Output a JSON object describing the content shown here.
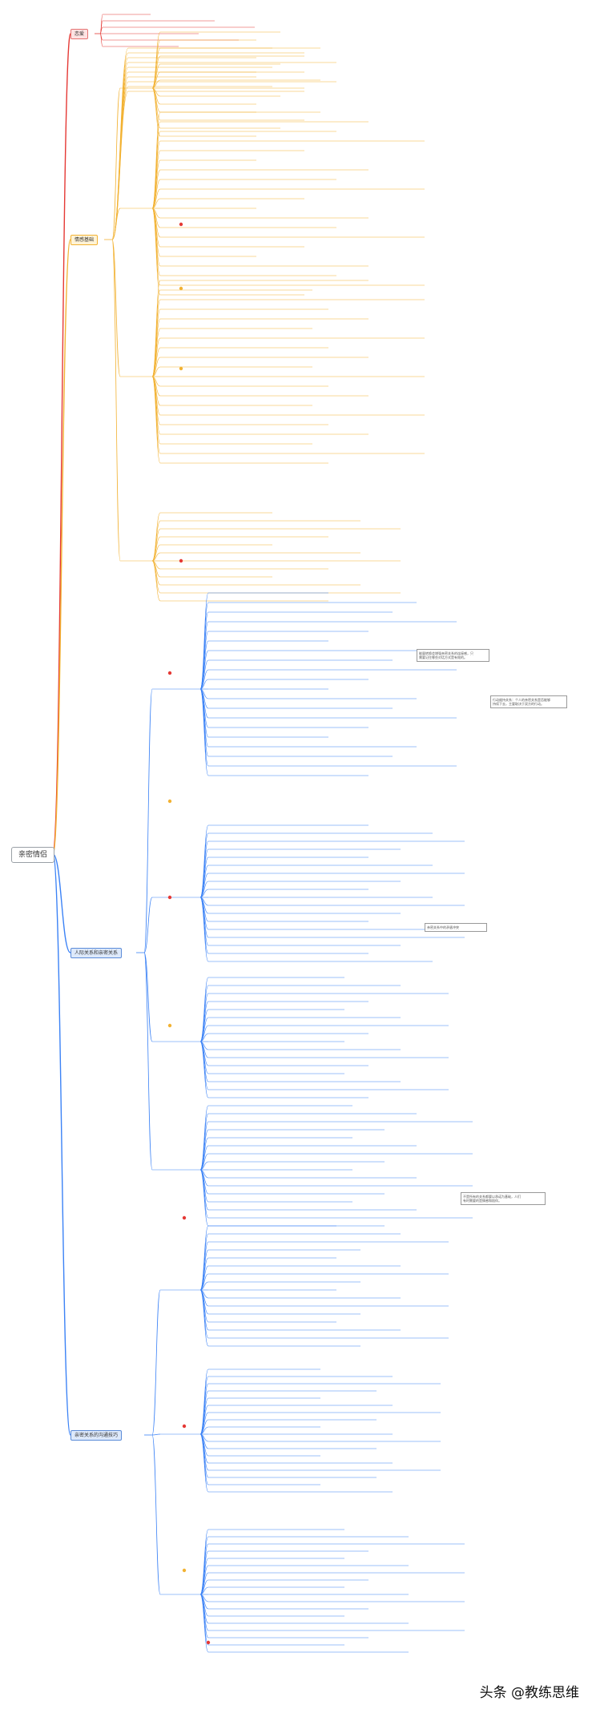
{
  "root": {
    "label": "亲密情侣"
  },
  "branches": [
    {
      "label": "恋爱",
      "color": "red"
    },
    {
      "label": "情感基础",
      "color": "yellow"
    },
    {
      "label": "人际关系和亲密关系",
      "color": "blue"
    },
    {
      "label": "亲密关系的沟通技巧",
      "color": "blue"
    }
  ],
  "notes": [
    "能量转换会增强亲密关系的连接感，只\n需要记住哪些对话方式是有效的。",
    "行动维持关系：个人的亲密关系是否能够\n持续下去，主要取决于双方的行动。",
    "亲密关系中的矛盾冲突",
    "不是所有的关系都要以承诺为基础，人们\n有时需要的是情感和陪伴。"
  ],
  "watermark": "头条 @教练思维",
  "colors": {
    "red": "#e53935",
    "yellow": "#f2b233",
    "blue": "#3b82f6",
    "grey": "#9aa0a6"
  }
}
